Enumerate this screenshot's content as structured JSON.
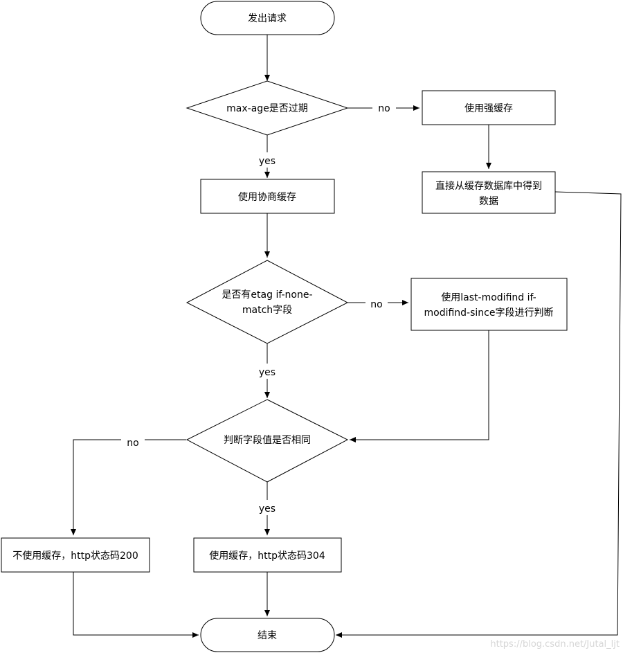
{
  "nodes": {
    "start": "发出请求",
    "check_max_age": "max-age是否过期",
    "strong_cache": "使用强缓存",
    "get_from_cache": [
      "直接从缓存数据库中得到",
      "数据"
    ],
    "negotiate_cache": "使用协商缓存",
    "check_etag": [
      "是否有etag if-none-",
      "match字段"
    ],
    "use_last_modified": [
      "使用last-modifind if-",
      "modifind-since字段进行判断"
    ],
    "compare_fields": "判断字段值是否相同",
    "no_cache_200": "不使用缓存，http状态码200",
    "use_cache_304": "使用缓存，http状态码304",
    "end": "结束"
  },
  "edges": {
    "maxage_no": "no",
    "maxage_yes": "yes",
    "etag_no": "no",
    "etag_yes": "yes",
    "compare_no": "no",
    "compare_yes": "yes"
  },
  "watermark": "https://blog.csdn.net/Jutal_ljt"
}
